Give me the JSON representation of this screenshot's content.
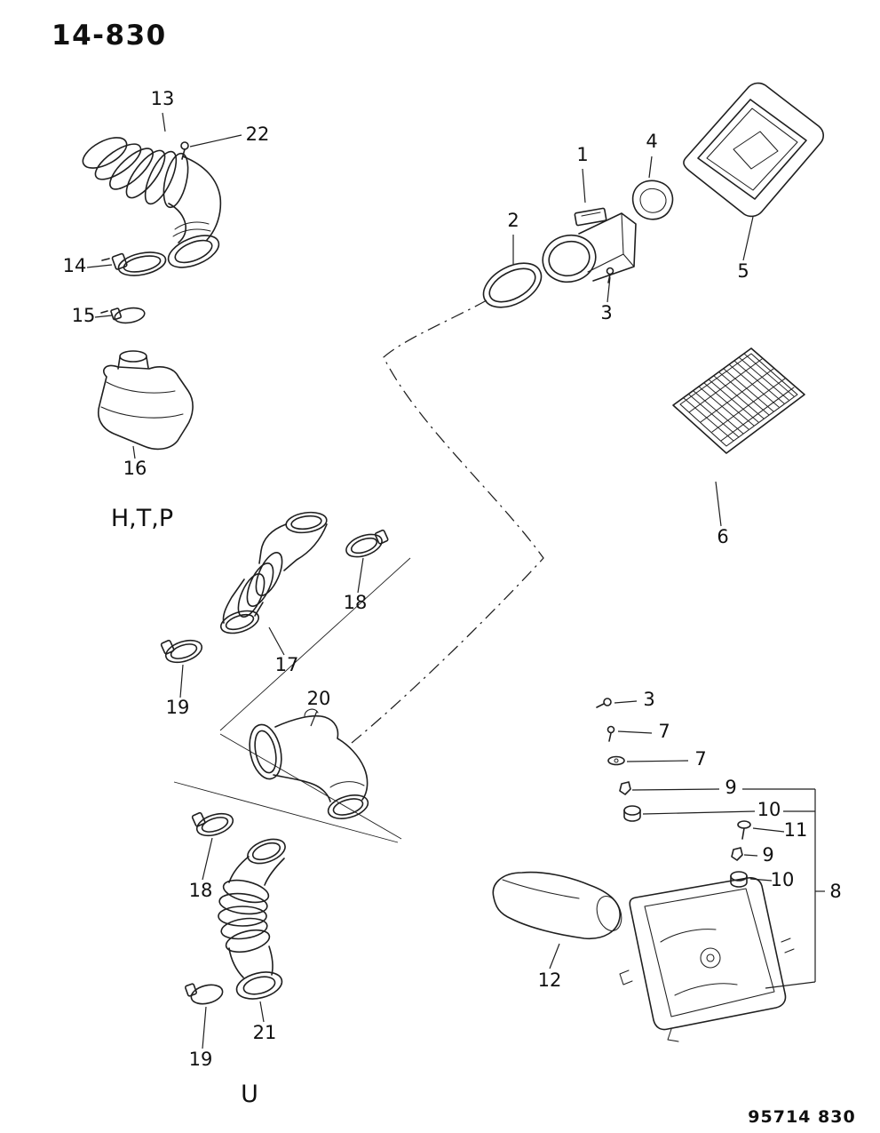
{
  "page": {
    "title": "14-830",
    "doc_code": "95714  830",
    "variant_left": "H,T,P",
    "variant_bottom": "U"
  },
  "diagram": {
    "type": "exploded-parts-diagram",
    "subject": "air cleaner and intake ducting",
    "ink": "#1f1f1f",
    "background": "#ffffff"
  },
  "callouts": {
    "c1": "1",
    "c2": "2",
    "c3a": "3",
    "c3b": "3",
    "c4": "4",
    "c5": "5",
    "c6": "6",
    "c7a": "7",
    "c7b": "7",
    "c8": "8",
    "c9a": "9",
    "c9b": "9",
    "c10a": "10",
    "c10b": "10",
    "c11": "11",
    "c12": "12",
    "c13": "13",
    "c14": "14",
    "c15": "15",
    "c16": "16",
    "c17": "17",
    "c18a": "18",
    "c18b": "18",
    "c19a": "19",
    "c19b": "19",
    "c20": "20",
    "c21": "21",
    "c22": "22"
  }
}
